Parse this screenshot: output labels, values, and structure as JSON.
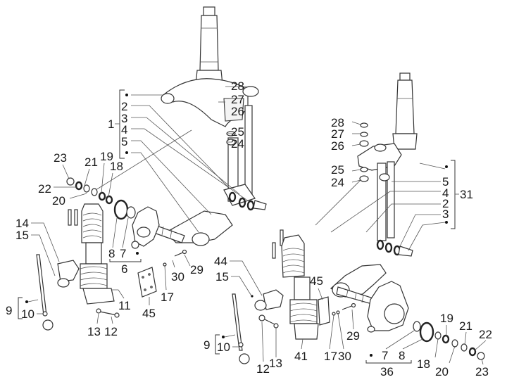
{
  "diagram": {
    "title": "",
    "type": "exploded-parts-diagram",
    "subject": "front suspension / steering tube assembly",
    "left_assembly": {
      "group_1": {
        "label": "1",
        "members": [
          "•",
          "2",
          "3",
          "4",
          "5",
          "•"
        ]
      },
      "group_6": {
        "label": "6",
        "members": [
          "8",
          "7",
          "•"
        ]
      },
      "group_9": {
        "label": "9",
        "members": [
          "•",
          "10"
        ]
      },
      "top_labels": [
        "28",
        "27",
        "26",
        "25",
        "24"
      ],
      "washers_labels": [
        "23",
        "22",
        "21",
        "20",
        "19",
        "18"
      ],
      "other_labels": [
        "14",
        "15",
        "11",
        "13",
        "12",
        "45",
        "17",
        "30",
        "29"
      ]
    },
    "right_assembly": {
      "group_31": {
        "label": "31",
        "members": [
          "•",
          "5",
          "4",
          "2",
          "3",
          "•"
        ]
      },
      "group_36": {
        "label": "36",
        "members": [
          "•",
          "7",
          "8"
        ]
      },
      "group_9": {
        "label": "9",
        "members": [
          "•",
          "10"
        ]
      },
      "top_labels": [
        "28",
        "27",
        "26",
        "25",
        "24"
      ],
      "washers_labels": [
        "19",
        "21",
        "22",
        "18",
        "20",
        "23"
      ],
      "other_labels": [
        "44",
        "15",
        "45",
        "41",
        "12",
        "13",
        "17",
        "30",
        "29"
      ]
    }
  },
  "labels": {
    "l1": "1",
    "l2": "2",
    "l3": "3",
    "l4": "4",
    "l5": "5",
    "l28": "28",
    "l27": "27",
    "l26": "26",
    "l25": "25",
    "l24": "24",
    "l23": "23",
    "l21": "21",
    "l19": "19",
    "l18": "18",
    "l22": "22",
    "l20": "20",
    "l14": "14",
    "l15": "15",
    "l8": "8",
    "l7": "7",
    "l6": "6",
    "l30": "30",
    "l29": "29",
    "l9": "9",
    "l10": "10",
    "l11": "11",
    "l45": "45",
    "l17": "17",
    "l13": "13",
    "l12": "12",
    "r28": "28",
    "r27": "27",
    "r26": "26",
    "r25": "25",
    "r24": "24",
    "r5": "5",
    "r4": "4",
    "r2": "2",
    "r3": "3",
    "r31": "31",
    "r44": "44",
    "r15": "15",
    "r45": "45",
    "r9": "9",
    "r10": "10",
    "r12": "12",
    "r13": "13",
    "r41": "41",
    "r17": "17",
    "r30": "30",
    "r29": "29",
    "r19": "19",
    "r21": "21",
    "r22": "22",
    "r7": "7",
    "r8": "8",
    "r36": "36",
    "r18": "18",
    "r20": "20",
    "r23": "23"
  }
}
